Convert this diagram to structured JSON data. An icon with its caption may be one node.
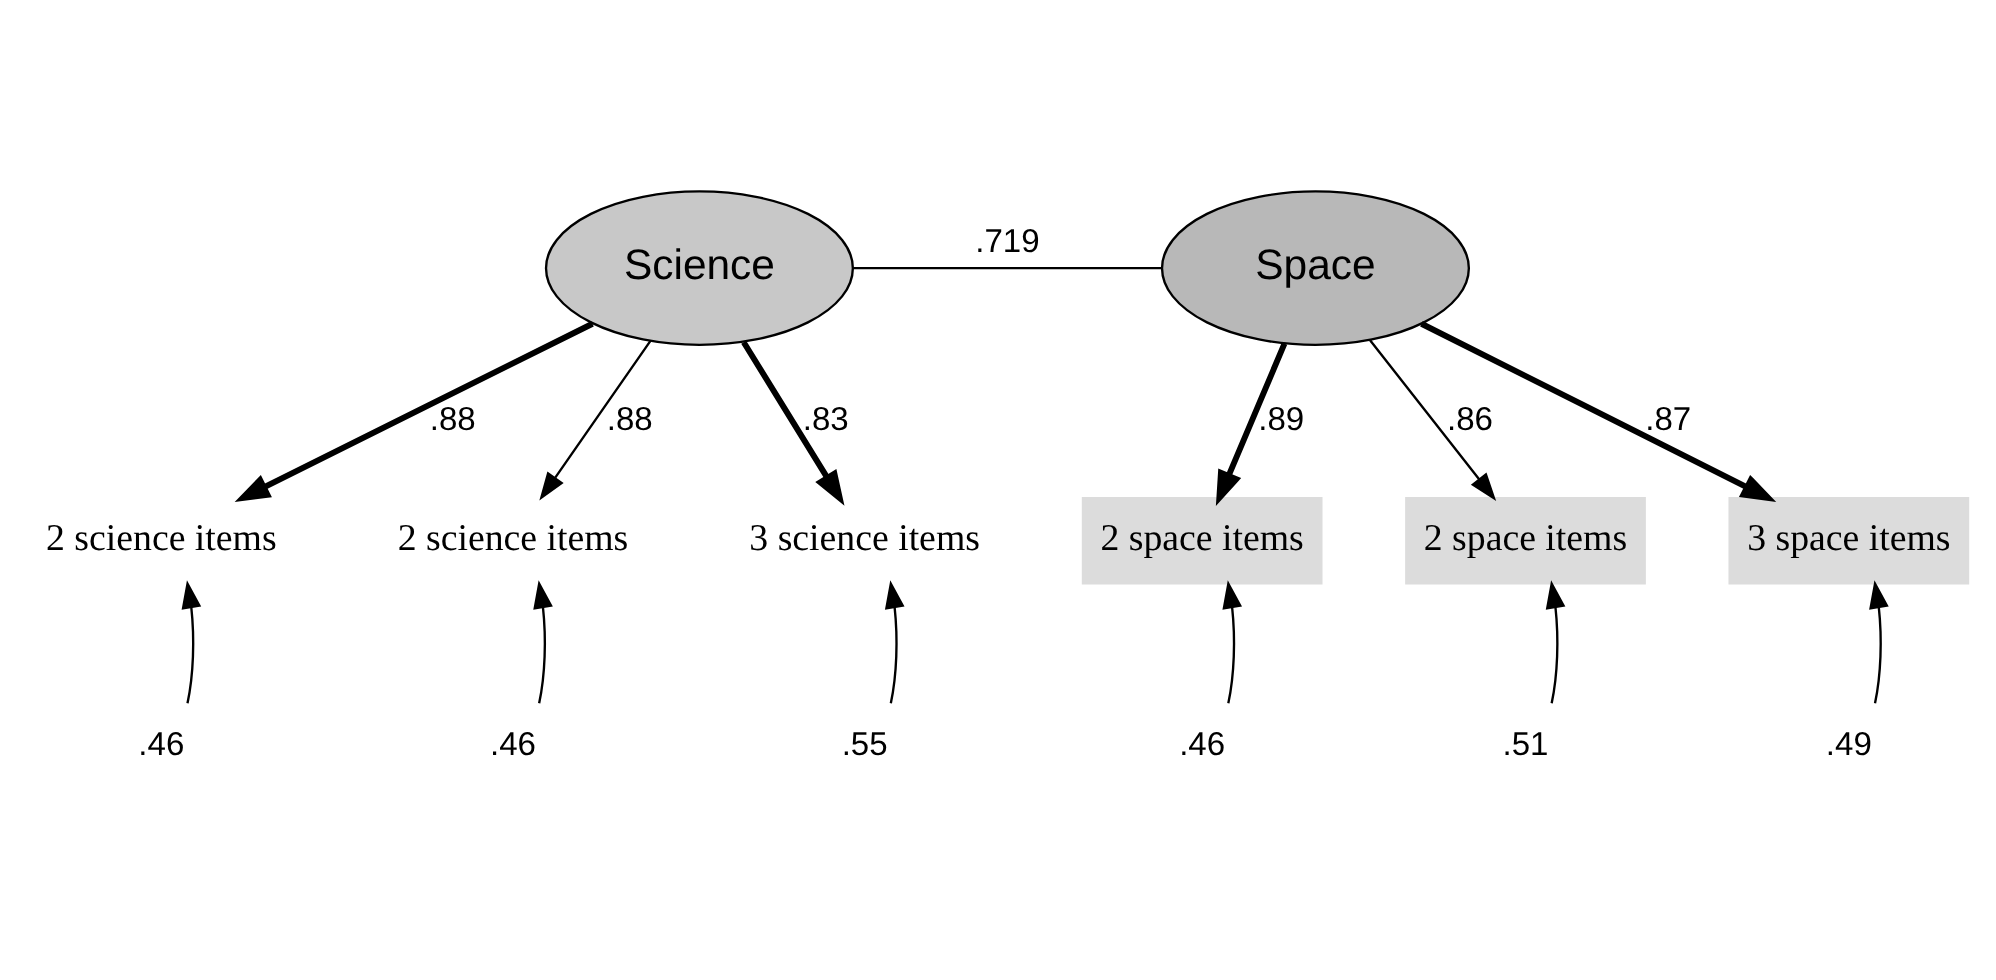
{
  "diagram": {
    "nodes": [
      {
        "text": [
          "Science"
        ]
      },
      {
        "text": [
          "Space"
        ]
      },
      {
        "text": [
          "2 science items"
        ]
      },
      {
        "text": [
          "2 science items"
        ]
      },
      {
        "text": [
          "3 science items"
        ]
      },
      {
        "text": [
          "2 space items"
        ]
      },
      {
        "text": [
          "2 space items"
        ]
      },
      {
        "text": [
          "3 space items"
        ]
      },
      {
        "text": [
          ".46"
        ]
      },
      {
        "text": [
          ".46"
        ]
      },
      {
        "text": [
          ".55"
        ]
      },
      {
        "text": [
          ".46"
        ]
      },
      {
        "text": [
          ".51"
        ]
      },
      {
        "text": [
          ".49"
        ]
      }
    ],
    "edges": [
      {
        "from": 0,
        "to": 1,
        "arrow": "none",
        "label": ".719"
      },
      {
        "from": 0,
        "to": 2,
        "arrow": "to",
        "label": ".88",
        "style": "thick"
      },
      {
        "from": 0,
        "to": 3,
        "arrow": "to",
        "label": ".88"
      },
      {
        "from": 0,
        "to": 4,
        "arrow": "to",
        "label": ".83",
        "style": "thick"
      },
      {
        "from": 1,
        "to": 5,
        "arrow": "to",
        "label": ".89",
        "style": "thick"
      },
      {
        "from": 1,
        "to": 6,
        "arrow": "to",
        "label": ".86"
      },
      {
        "from": 1,
        "to": 7,
        "arrow": "to",
        "label": ".87",
        "style": "thick"
      },
      {
        "from": 8,
        "to": 2,
        "arrow": "to"
      },
      {
        "from": 9,
        "to": 3,
        "arrow": "to"
      },
      {
        "from": 10,
        "to": 4,
        "arrow": "to"
      },
      {
        "from": 11,
        "to": 5,
        "arrow": "to"
      },
      {
        "from": 12,
        "to": 6,
        "arrow": "to"
      },
      {
        "from": 13,
        "to": 7,
        "arrow": "to"
      }
    ]
  }
}
